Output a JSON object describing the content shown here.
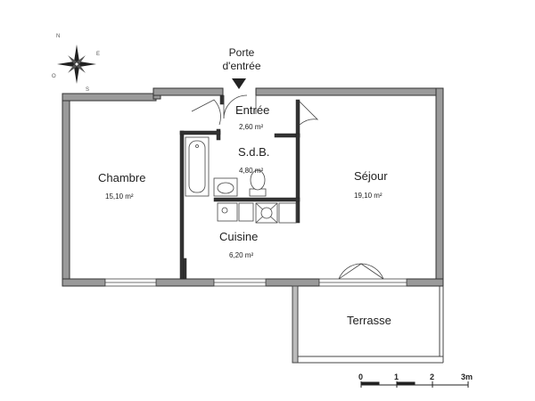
{
  "entrance": {
    "line1": "Porte",
    "line2": "d'entrée"
  },
  "rooms": {
    "entree": {
      "name": "Entrée",
      "area": "2,60 m²"
    },
    "sdb": {
      "name": "S.d.B.",
      "area": "4,80 m²"
    },
    "chambre": {
      "name": "Chambre",
      "area": "15,10 m²"
    },
    "sejour": {
      "name": "Séjour",
      "area": "19,10 m²"
    },
    "cuisine": {
      "name": "Cuisine",
      "area": "6,20 m²"
    },
    "terrasse": {
      "name": "Terrasse"
    }
  },
  "compass": {
    "n": "N",
    "e": "E",
    "s": "S",
    "o": "O"
  },
  "scale": {
    "ticks": [
      "0",
      "1",
      "2",
      "3m"
    ]
  },
  "colors": {
    "wall_fill": "#9a9a9a",
    "wall_stroke": "#333333",
    "line": "#444444"
  }
}
